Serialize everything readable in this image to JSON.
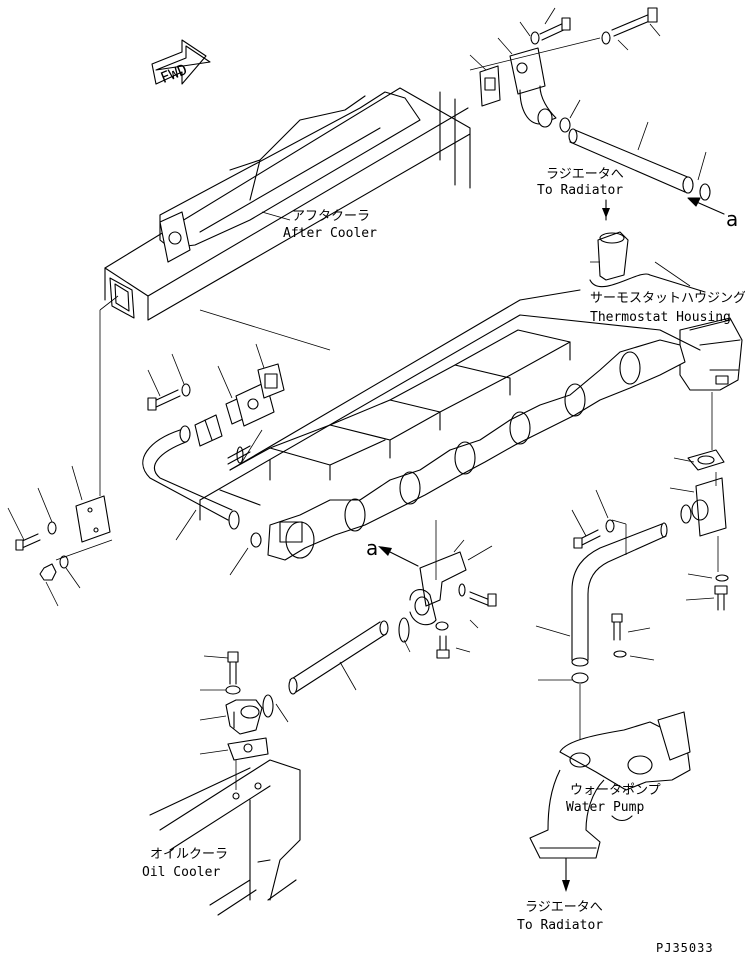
{
  "labels": {
    "fwd": "FWD",
    "to_radiator_top_jp": "ラジエータへ",
    "to_radiator_top_en": "To Radiator",
    "after_cooler_jp": "アフタクーラ",
    "after_cooler_en": "After Cooler",
    "thermostat_jp": "サーモスタットハウジング",
    "thermostat_en": "Thermostat Housing",
    "water_pump_jp": "ウォータポンプ",
    "water_pump_en": "Water Pump",
    "oil_cooler_jp": "オイルクーラ",
    "oil_cooler_en": "Oil Cooler",
    "to_radiator_bottom_jp": "ラジエータへ",
    "to_radiator_bottom_en": "To Radiator",
    "ref_a": "a",
    "drawing_code": "PJ35033"
  }
}
